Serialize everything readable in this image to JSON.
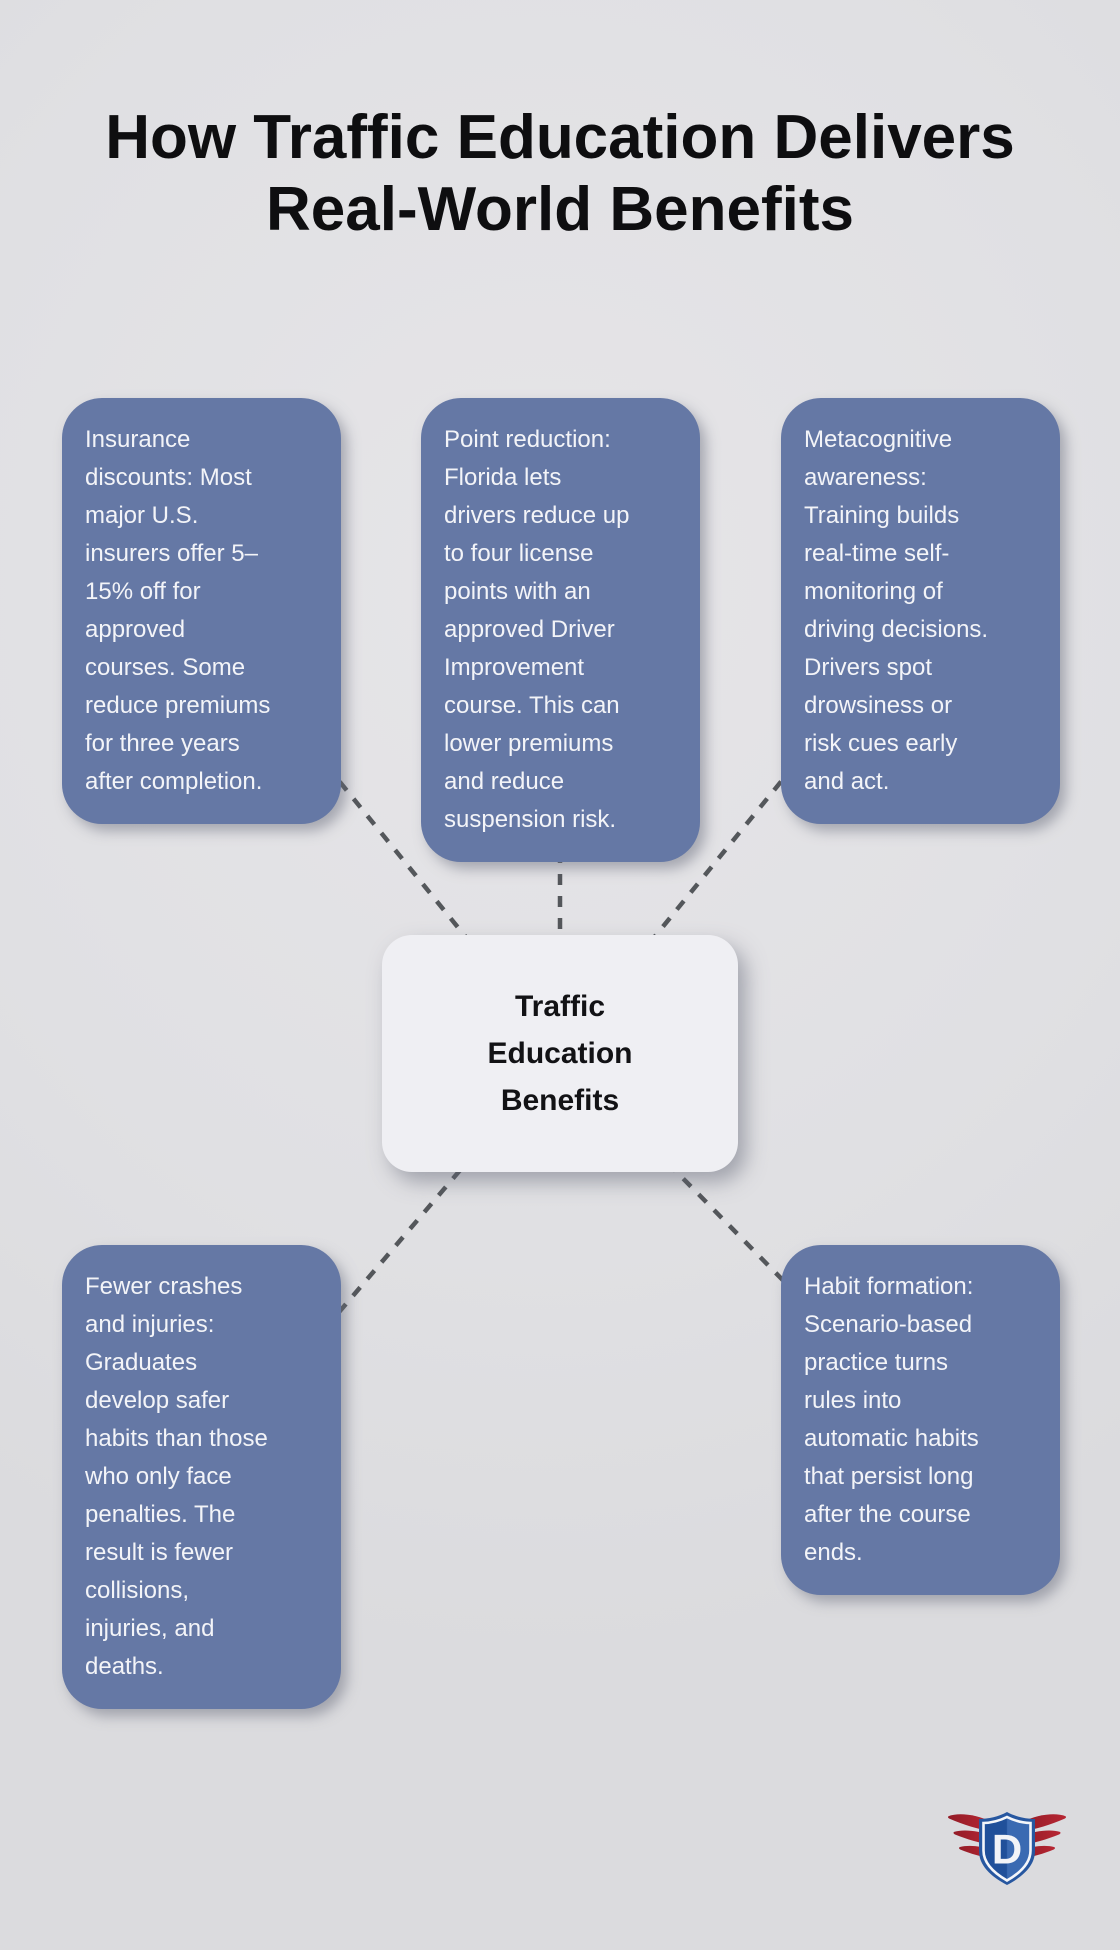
{
  "title": "How Traffic Education Delivers\nReal-World Benefits",
  "center_node": {
    "label": "Traffic\nEducation\nBenefits"
  },
  "benefits": [
    {
      "id": "insurance-discounts",
      "text": "Insurance\ndiscounts: Most\nmajor U.S.\ninsurers offer 5–\n15% off for\napproved\ncourses. Some\nreduce premiums\nfor three years\nafter completion."
    },
    {
      "id": "point-reduction",
      "text": "Point reduction:\nFlorida lets\ndrivers reduce up\nto four license\npoints with an\napproved Driver\nImprovement\ncourse. This can\nlower premiums\nand reduce\nsuspension risk."
    },
    {
      "id": "metacognitive-awareness",
      "text": "Metacognitive\nawareness:\nTraining builds\nreal-time self-\nmonitoring of\ndriving decisions.\nDrivers spot\ndrowsiness or\nrisk cues early\nand act."
    },
    {
      "id": "fewer-crashes",
      "text": "Fewer crashes\nand injuries:\nGraduates\ndevelop safer\nhabits than those\nwho only face\npenalties. The\nresult is fewer\ncollisions,\ninjuries, and\ndeaths."
    },
    {
      "id": "habit-formation",
      "text": "Habit formation:\nScenario-based\npractice turns\nrules into\nautomatic habits\nthat persist long\nafter the course\nends."
    }
  ],
  "logo": {
    "letter": "D"
  },
  "colors": {
    "background": "#e0e0e3",
    "card_fill": "#6578a5",
    "card_text": "#f3f4f8",
    "center_fill": "#efeff3",
    "center_text": "#121215",
    "connector": "#54575b",
    "title_text": "#0e0e10",
    "logo_shield": "#2757a0",
    "logo_shield_dark": "#20509a",
    "logo_shield_light": "#3a6ab2",
    "logo_wing": "#b02531",
    "logo_ring": "#f4f6fa"
  }
}
